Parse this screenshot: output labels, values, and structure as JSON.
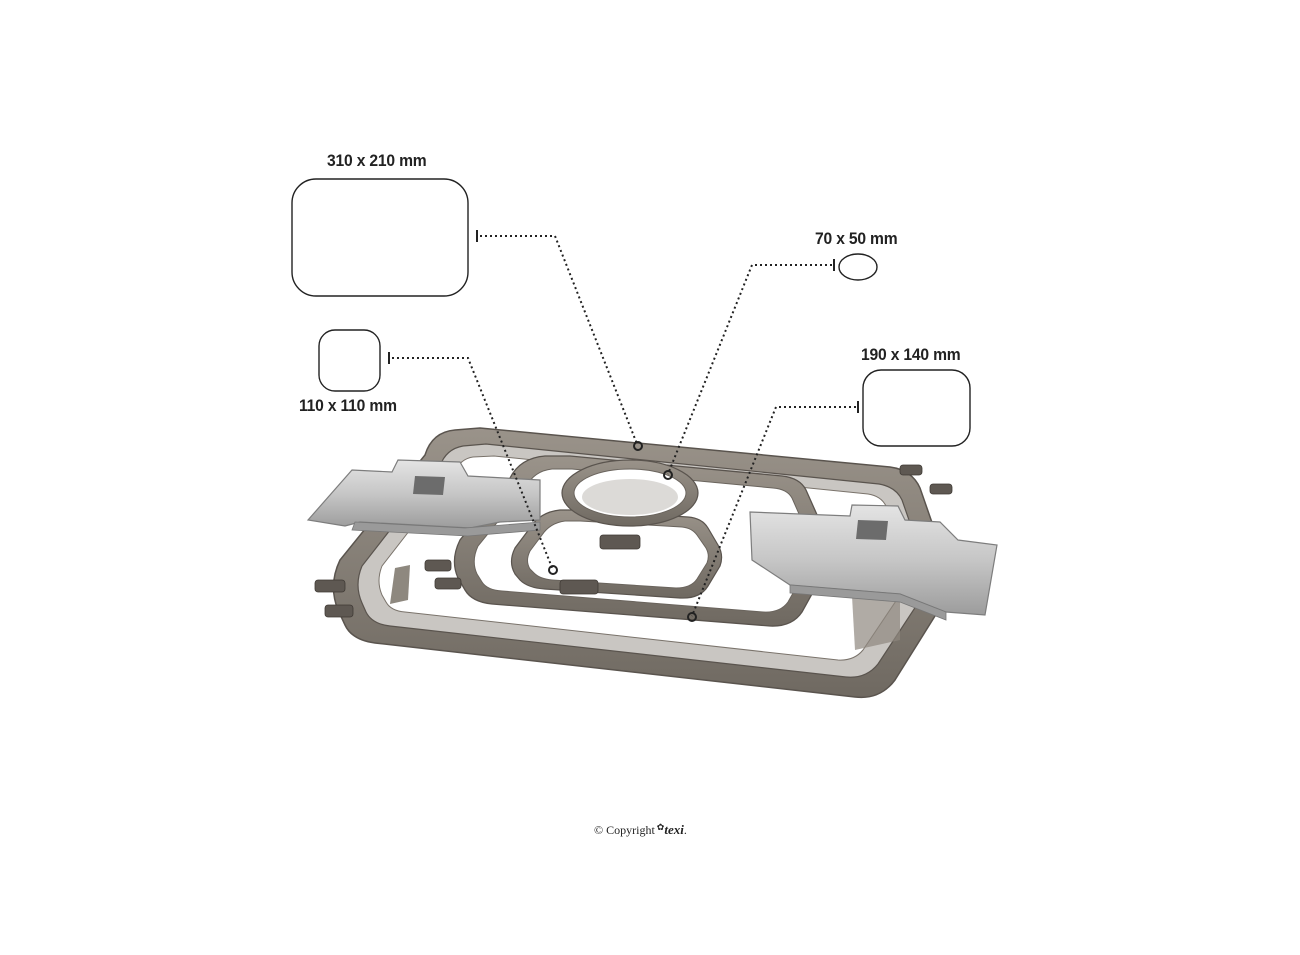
{
  "hoop_sizes": [
    {
      "id": "hoop-310x210",
      "label": "310 x 210 mm"
    },
    {
      "id": "hoop-70x50",
      "label": "70 x 50 mm"
    },
    {
      "id": "hoop-110x110",
      "label": "110 x 110 mm"
    },
    {
      "id": "hoop-190x140",
      "label": "190 x 140 mm"
    }
  ],
  "footer": {
    "copyright_prefix": "© Copyright",
    "brand": "texi",
    "brand_suffix": "."
  },
  "colors": {
    "hoop_frame": "#7f786f",
    "hoop_frame_dark": "#5e5852",
    "hoop_frame_light": "#a39c93",
    "metal_bracket": "#c9c9c9",
    "metal_bracket_dark": "#8f8f8f",
    "text": "#222222",
    "leader_line": "#222222"
  },
  "icons": {
    "shape_outline": "rounded-rect-outline",
    "ellipse_outline": "ellipse-outline",
    "flower": "flower-icon"
  }
}
